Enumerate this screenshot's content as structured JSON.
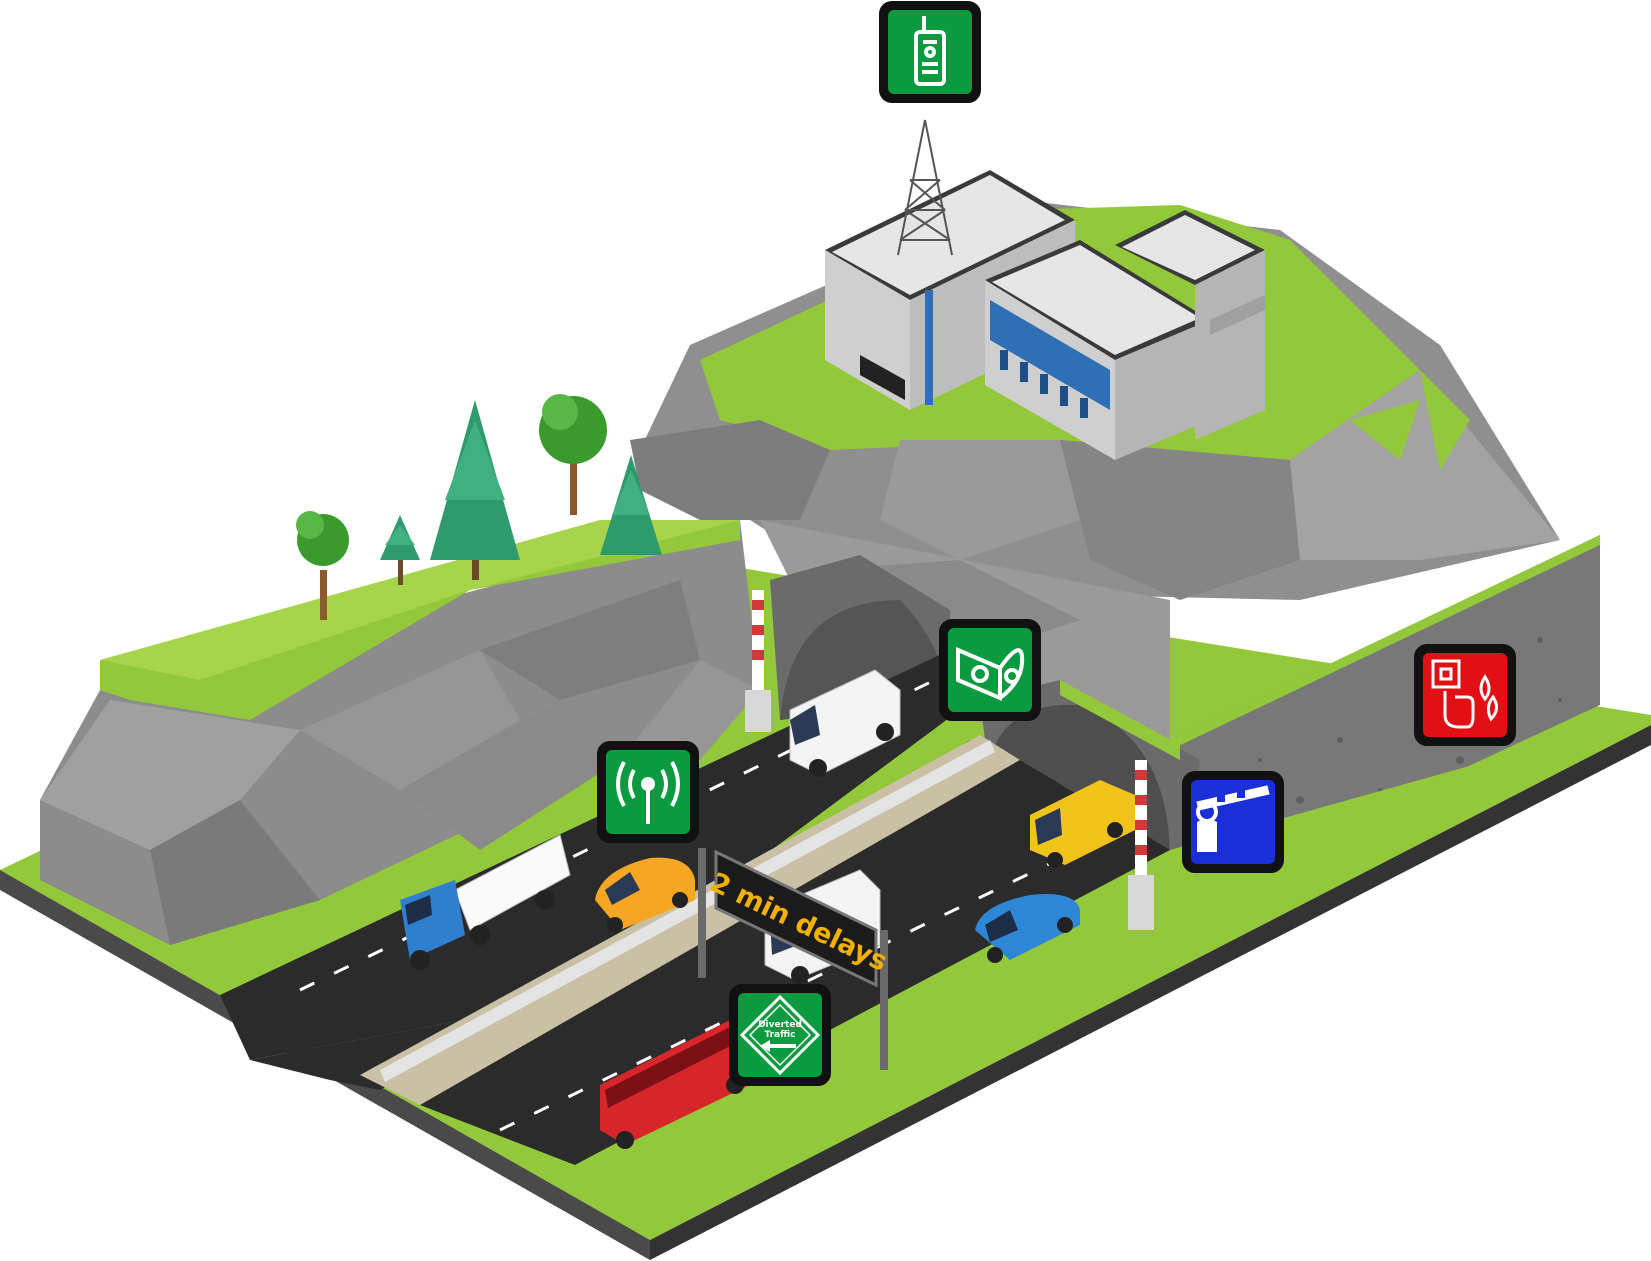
{
  "vms": {
    "message": "2 min delays"
  },
  "diversion_sign": {
    "line1": "Diverted",
    "line2": "Traffic"
  },
  "icons": [
    {
      "name": "radio-handset-icon",
      "category": "communications",
      "color": "#0b9a3f"
    },
    {
      "name": "wireless-signal-icon",
      "category": "communications",
      "color": "#0b9a3f"
    },
    {
      "name": "loudspeaker-icon",
      "category": "public-address",
      "color": "#0b9a3f"
    },
    {
      "name": "diverted-traffic-icon",
      "category": "traffic-management",
      "color": "#0b9a3f"
    },
    {
      "name": "barrier-gate-icon",
      "category": "access-control",
      "color": "#1b2fd6"
    },
    {
      "name": "fire-alarm-icon",
      "category": "fire-safety",
      "color": "#e20f14"
    }
  ],
  "colors": {
    "grass": "#93c83a",
    "rock": "#8f8f8f",
    "asphalt": "#2b2b2b",
    "vms_text": "#f2b000"
  }
}
